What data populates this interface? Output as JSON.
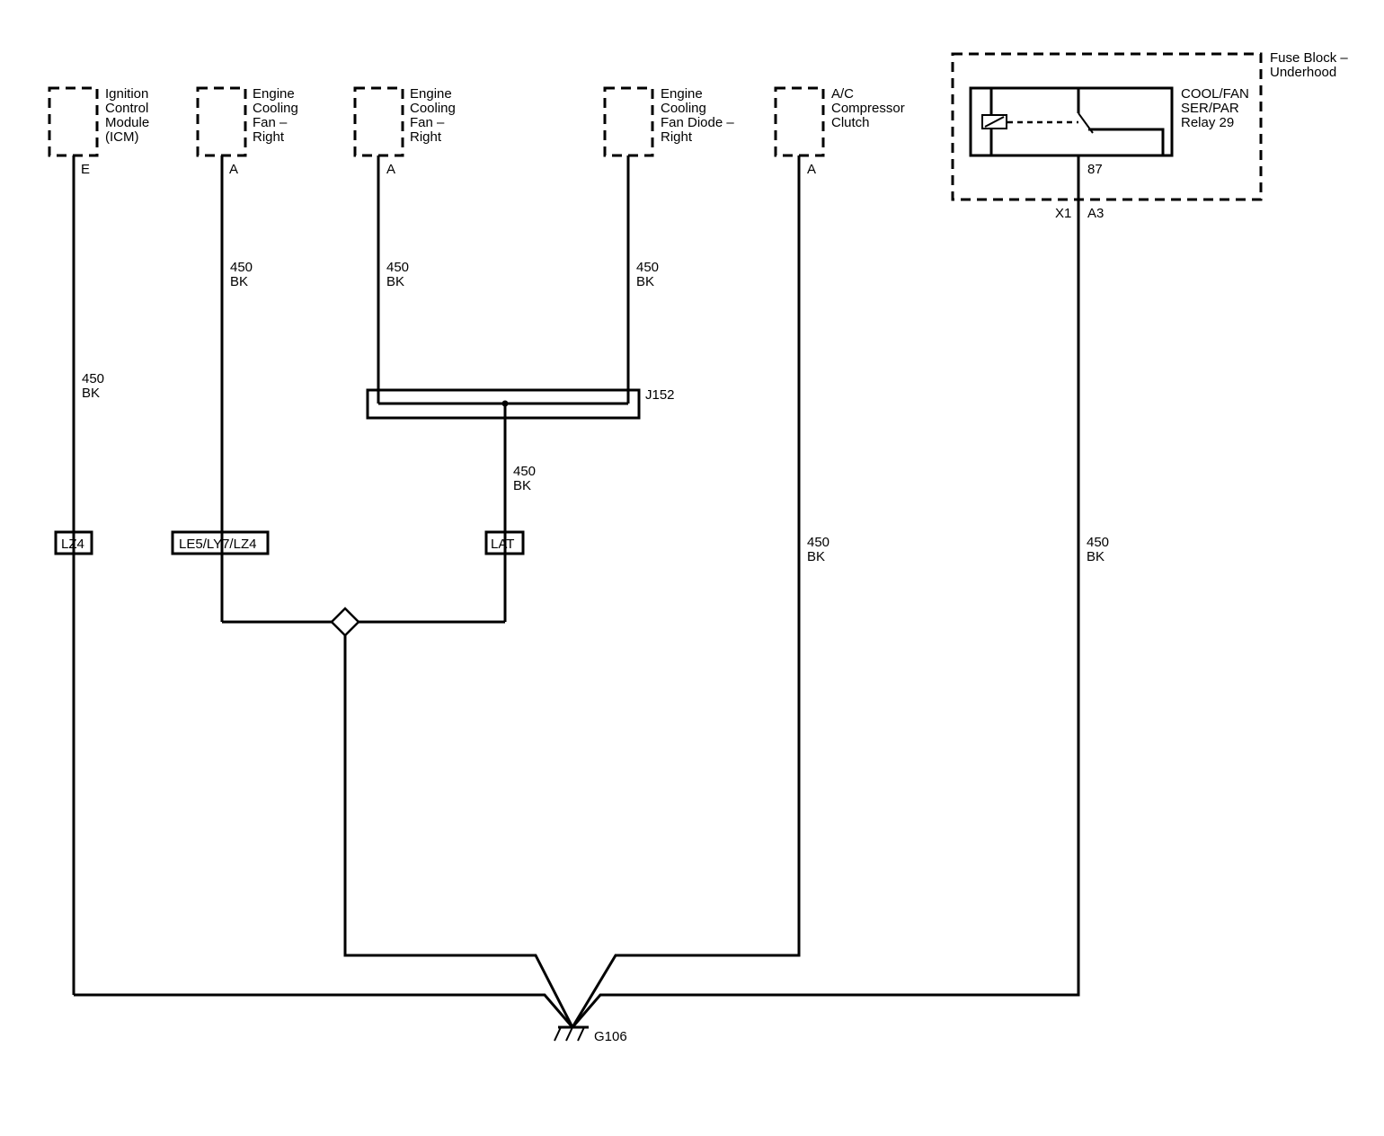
{
  "components": {
    "icm": {
      "lines": [
        "Ignition",
        "Control",
        "Module",
        "(ICM)"
      ],
      "pin": "E"
    },
    "fan_right_1": {
      "lines": [
        "Engine",
        "Cooling",
        "Fan –",
        "Right"
      ],
      "pin": "A"
    },
    "fan_right_2": {
      "lines": [
        "Engine",
        "Cooling",
        "Fan –",
        "Right"
      ],
      "pin": "A"
    },
    "fan_diode": {
      "lines": [
        "Engine",
        "Cooling",
        "Fan Diode –",
        "Right"
      ]
    },
    "ac_clutch": {
      "lines": [
        "A/C",
        "Compressor",
        "Clutch"
      ],
      "pin": "A"
    },
    "fuse_block": {
      "lines": [
        "Fuse Block –",
        "Underhood"
      ],
      "conn_left": "X1",
      "conn_right": "A3"
    },
    "relay": {
      "lines": [
        "COOL/FAN",
        "SER/PAR",
        "Relay 29"
      ],
      "pin": "87"
    }
  },
  "wires": [
    {
      "id": "icm",
      "circuit": "450",
      "color": "BK"
    },
    {
      "id": "fan1",
      "circuit": "450",
      "color": "BK"
    },
    {
      "id": "fan2",
      "circuit": "450",
      "color": "BK"
    },
    {
      "id": "diode",
      "circuit": "450",
      "color": "BK"
    },
    {
      "id": "splice",
      "circuit": "450",
      "color": "BK"
    },
    {
      "id": "ac",
      "circuit": "450",
      "color": "BK"
    },
    {
      "id": "relay",
      "circuit": "450",
      "color": "BK"
    }
  ],
  "splice": {
    "label": "J152"
  },
  "options": {
    "lz4": "LZ4",
    "le5": "LE5/LY7/LZ4",
    "lat": "LAT"
  },
  "ground": {
    "label": "G106"
  }
}
